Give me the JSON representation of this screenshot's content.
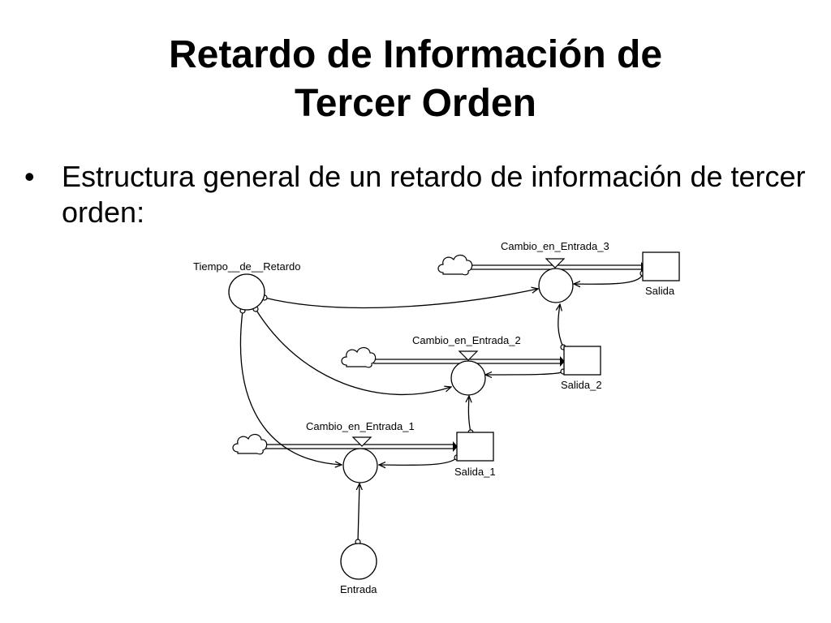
{
  "slide": {
    "title_line1": "Retardo de Información de",
    "title_line2": "Tercer Orden",
    "bullet_symbol": "•",
    "bullet_text": "Estructura general de un retardo de información de tercer orden:"
  },
  "diagram": {
    "delay_time_label": "Tiempo__de__Retardo",
    "input_label": "Entrada",
    "flow1_label": "Cambio_en_Entrada_1",
    "flow2_label": "Cambio_en_Entrada_2",
    "flow3_label": "Cambio_en_Entrada_3",
    "stock1_label": "Salida_1",
    "stock2_label": "Salida_2",
    "stock3_label": "Salida"
  }
}
